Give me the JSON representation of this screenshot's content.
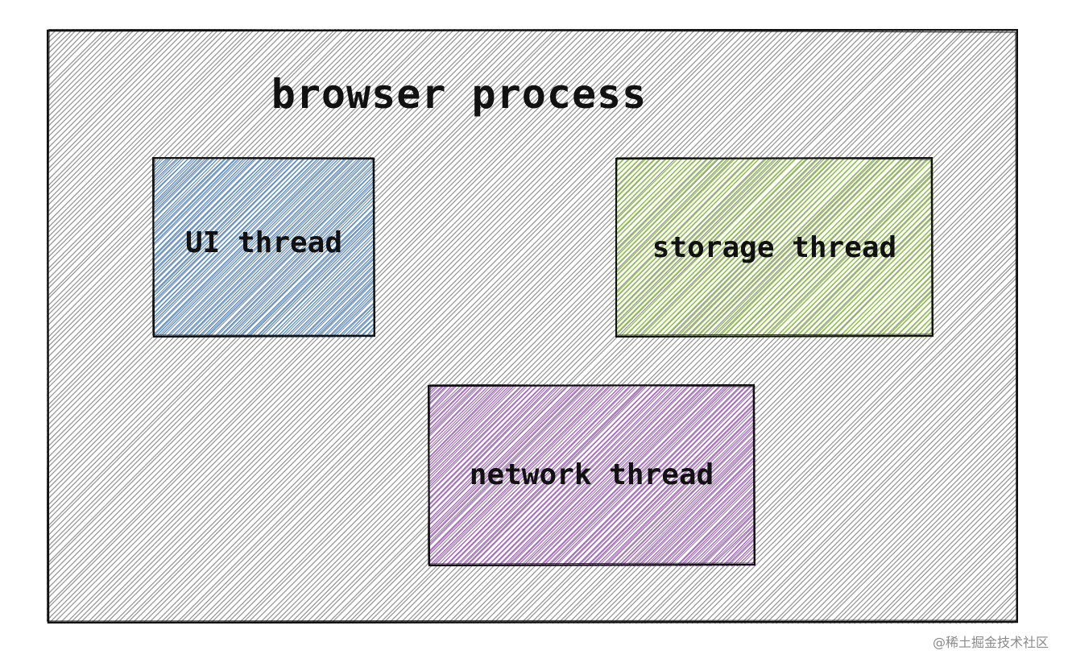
{
  "diagram": {
    "process": {
      "label": "browser process",
      "color": "#9a9a9a"
    },
    "threads": [
      {
        "label": "UI thread",
        "color": "#4a90d9"
      },
      {
        "label": "storage thread",
        "color": "#8dc63f"
      },
      {
        "label": "network thread",
        "color": "#b15fd0"
      }
    ]
  },
  "watermark": "@稀土掘金技术社区"
}
